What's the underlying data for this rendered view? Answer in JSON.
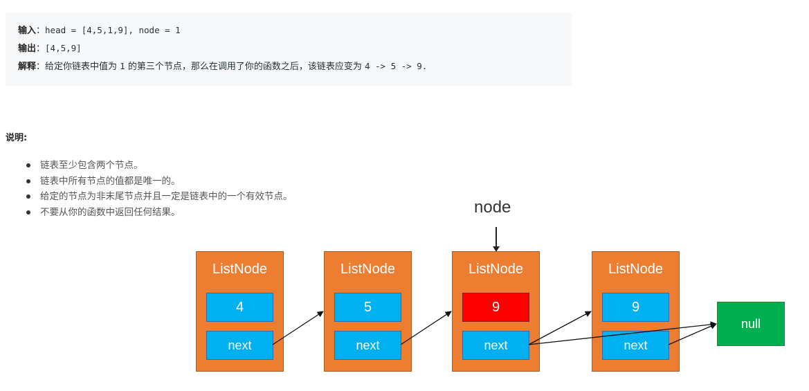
{
  "example": {
    "input_label": "输入",
    "input_value": "head = [4,5,1,9], node = 1",
    "output_label": "输出",
    "output_value": "[4,5,9]",
    "explain_label": "解释",
    "explain_text_1": "给定你链表中值为 ",
    "explain_code_1": "1",
    "explain_text_2": " 的第三个节点，那么在调用了你的函数之后，该链表应变为 ",
    "explain_code_2": "4 -> 5 -> 9."
  },
  "notes": {
    "title": "说明:",
    "items": [
      "链表至少包含两个节点。",
      "链表中所有节点的值都是唯一的。",
      "给定的节点为非末尾节点并且一定是链表中的一个有效节点。",
      "不要从你的函数中返回任何结果。"
    ]
  },
  "diagram": {
    "pointer_label": "node",
    "nodes": [
      {
        "title": "ListNode",
        "value": "4",
        "next": "next"
      },
      {
        "title": "ListNode",
        "value": "5",
        "next": "next"
      },
      {
        "title": "ListNode",
        "value": "9",
        "next": "next"
      },
      {
        "title": "ListNode",
        "value": "9",
        "next": "next"
      }
    ],
    "null_label": "null",
    "colors": {
      "node_bg": "#ed7d31",
      "field_bg": "#00b0f0",
      "target_bg": "#ff0000",
      "null_bg": "#00b050"
    }
  }
}
